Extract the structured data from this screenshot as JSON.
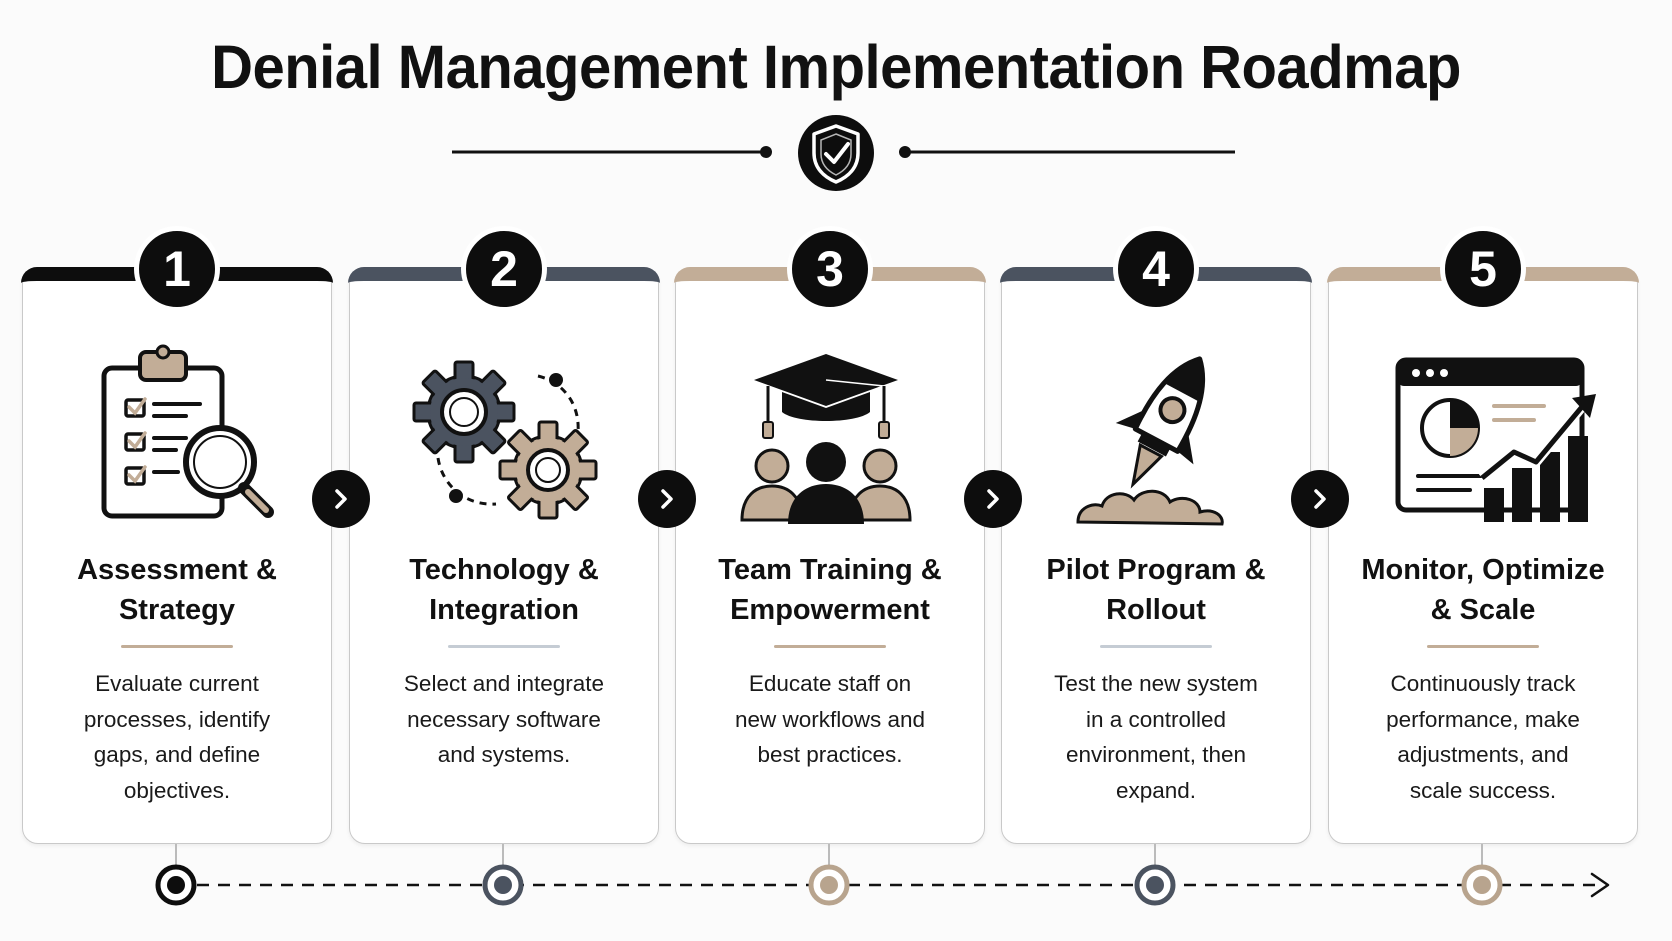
{
  "title": "Denial Management Implementation Roadmap",
  "header_icon": "shield-check-icon",
  "steps": [
    {
      "number": "1",
      "title_line1": "Assessment &",
      "title_line2": "Strategy",
      "desc_lines": [
        "Evaluate current",
        "processes, identify",
        "gaps, and define",
        "objectives."
      ],
      "icon": "clipboard-magnifier-icon",
      "accent": "#0d0d0d",
      "rule": "#c2ad97"
    },
    {
      "number": "2",
      "title_line1": "Technology &",
      "title_line2": "Integration",
      "desc_lines": [
        "Select and integrate",
        "necessary software",
        "and systems."
      ],
      "icon": "gears-icon",
      "accent": "#4b5360",
      "rule": "#c5ccd4"
    },
    {
      "number": "3",
      "title_line1": "Team Training &",
      "title_line2": "Empowerment",
      "desc_lines": [
        "Educate staff on",
        "new workflows and",
        "best practices."
      ],
      "icon": "graduation-team-icon",
      "accent": "#c2ad97",
      "rule": "#c2ad97"
    },
    {
      "number": "4",
      "title_line1": "Pilot Program &",
      "title_line2": "Rollout",
      "desc_lines": [
        "Test the new system",
        "in a controlled",
        "environment, then",
        "expand."
      ],
      "icon": "rocket-icon",
      "accent": "#4b5360",
      "rule": "#c5ccd4"
    },
    {
      "number": "5",
      "title_line1": "Monitor, Optimize",
      "title_line2": "& Scale",
      "desc_lines": [
        "Continuously track",
        "performance, make",
        "adjustments, and",
        "scale success."
      ],
      "icon": "analytics-dashboard-icon",
      "accent": "#c2ad97",
      "rule": "#c2ad97"
    }
  ],
  "timeline_nodes": [
    {
      "color": "#0d0d0d"
    },
    {
      "color": "#4b5360"
    },
    {
      "color": "#b8a48e"
    },
    {
      "color": "#4b5360"
    },
    {
      "color": "#b8a48e"
    }
  ],
  "colors": {
    "dark": "#0d0d0d",
    "slate": "#4b5360",
    "tan": "#c2ad97"
  }
}
